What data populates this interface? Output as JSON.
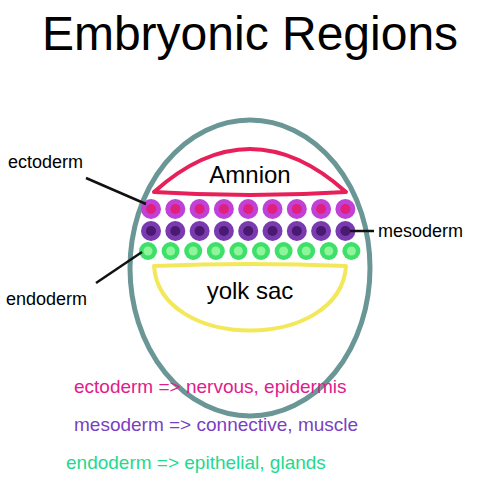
{
  "diagram": {
    "title": "Embryonic Regions",
    "nodes": [
      {
        "text": [
          "Amnion"
        ]
      },
      {
        "text": [
          "yolk sac"
        ]
      }
    ],
    "labels": [
      "ectoderm",
      "mesoderm",
      "endoderm",
      "ectoderm => nervous, epidermis",
      "mesoderm => connective, muscle",
      "endoderm => epithelial, glands"
    ]
  }
}
